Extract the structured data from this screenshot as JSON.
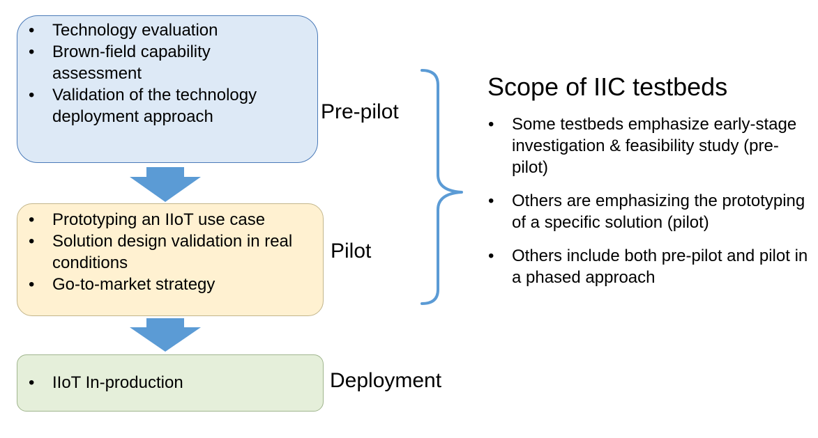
{
  "stages": {
    "prepilot": {
      "label": "Pre-pilot",
      "items": [
        "Technology evaluation",
        "Brown-field capability assessment",
        "Validation of the technology deployment approach"
      ]
    },
    "pilot": {
      "label": "Pilot",
      "items": [
        "Prototyping an IIoT use case",
        "Solution design validation in real conditions",
        "Go-to-market strategy"
      ]
    },
    "deployment": {
      "label": "Deployment",
      "items": [
        "IIoT In-production"
      ]
    }
  },
  "scope": {
    "title": "Scope of IIC testbeds",
    "items": [
      "Some testbeds emphasize early-stage investigation & feasibility study (pre-pilot)",
      "Others are emphasizing the prototyping of a specific solution (pilot)",
      "Others include both pre-pilot and pilot in a phased approach"
    ]
  },
  "colors": {
    "prepilot_fill": "#dde9f6",
    "pilot_fill": "#fff1d1",
    "deployment_fill": "#e5efda",
    "arrow": "#5b9bd5",
    "brace": "#5b9bd5"
  },
  "icons": {
    "arrow": "down-arrow-icon",
    "brace": "right-curly-brace-icon"
  }
}
